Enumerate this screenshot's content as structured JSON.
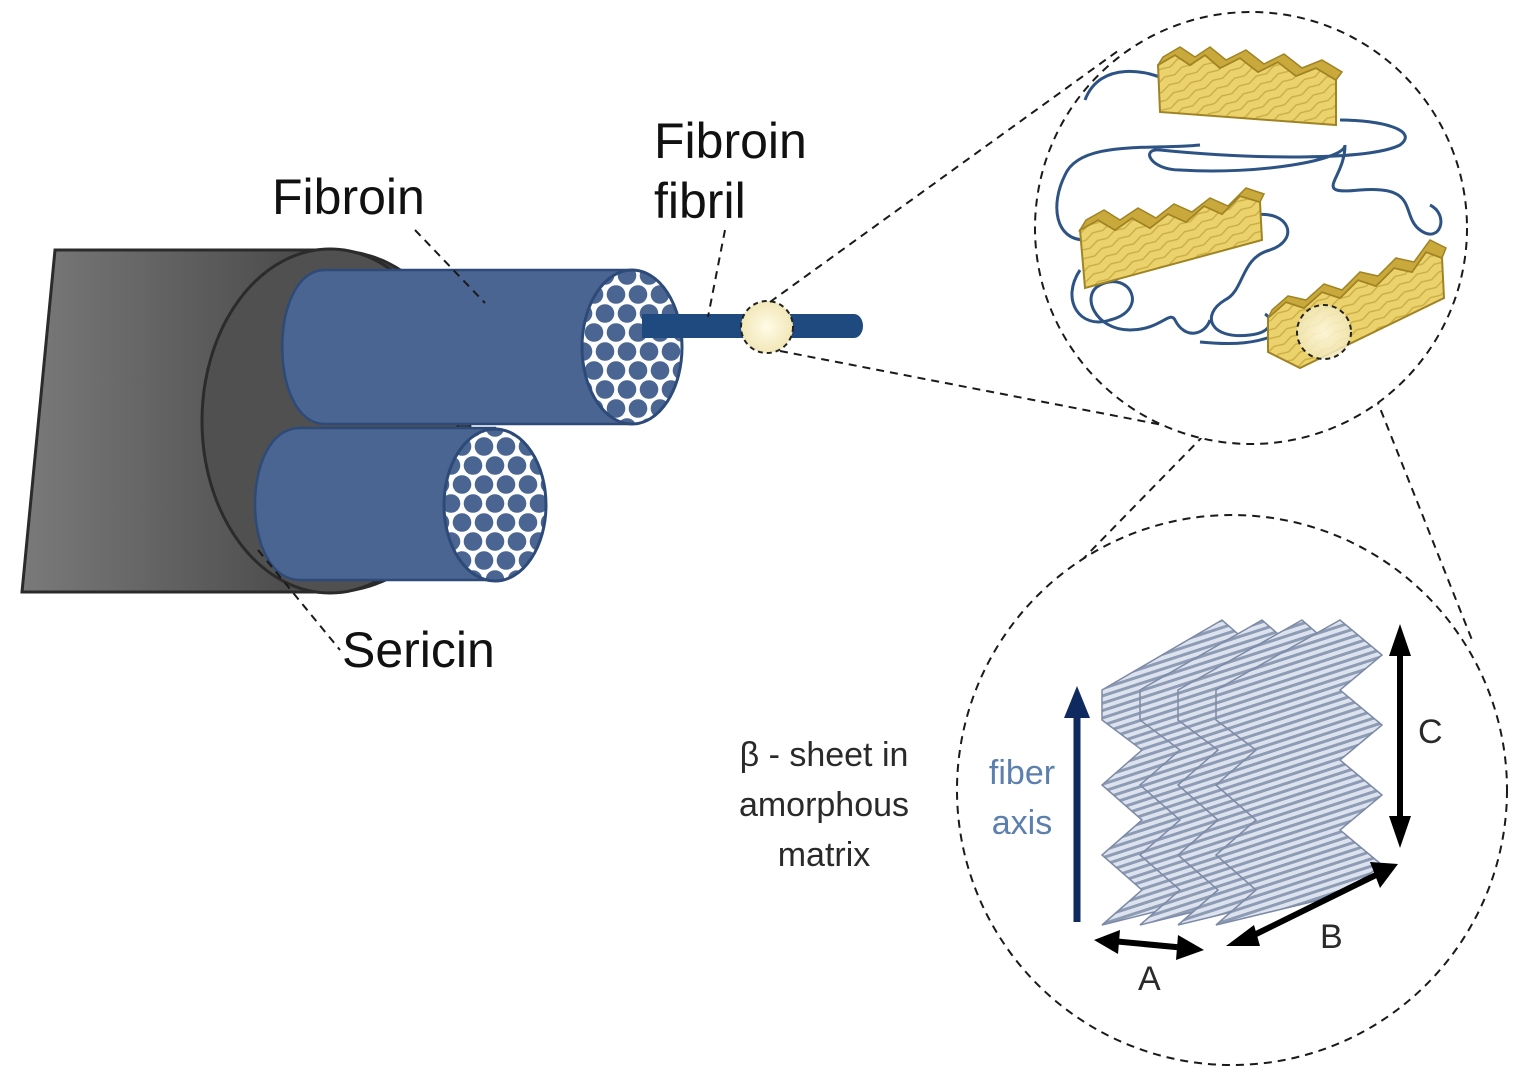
{
  "labels": {
    "fibroin": "Fibroin",
    "fibroin_fibril_line1": "Fibroin",
    "fibroin_fibril_line2": "fibril",
    "sericin": "Sericin",
    "beta_line1": "β - sheet in",
    "beta_line2": "amorphous",
    "beta_line3": "matrix",
    "fiber_axis_line1": "fiber",
    "fiber_axis_line2": "axis",
    "axis_a": "A",
    "axis_b": "B",
    "axis_c": "C"
  },
  "colors": {
    "sericin_dark": "#3a3a3a",
    "sericin_light": "#777777",
    "fibroin_blue": "#4a6591",
    "fibroin_outline": "#2d4a78",
    "fibril_blue": "#1f4a80",
    "chain_blue": "#2d5385",
    "crystal_gold": "#e6cd5c",
    "crystal_dark": "#b5962e",
    "sheet_gray": "#c8d0de",
    "axis_arrow": "#0f2a5e"
  }
}
